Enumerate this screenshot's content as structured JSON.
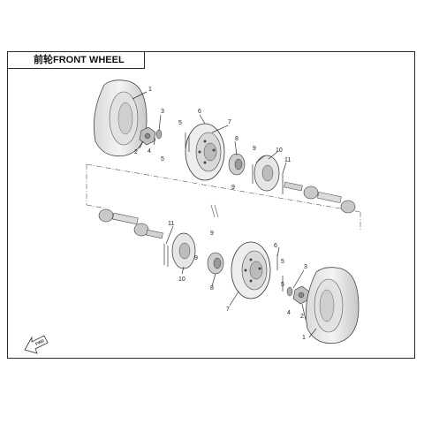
{
  "title": "前轮FRONT WHEEL",
  "direction_label": "FWD",
  "callouts": {
    "c1a": "1",
    "c1b": "1",
    "c2a": "2",
    "c2b": "2",
    "c3a": "3",
    "c3b": "3",
    "c4a": "4",
    "c4b": "4",
    "c5a": "5",
    "c5b": "5",
    "c5c": "5",
    "c5d": "5",
    "c6a": "6",
    "c6b": "6",
    "c7a": "7",
    "c7b": "7",
    "c8a": "8",
    "c8b": "8",
    "c9a": "9",
    "c9b": "9",
    "c9c": "9",
    "c9d": "9",
    "c10a": "10",
    "c10b": "10",
    "c11a": "11",
    "c11b": "11"
  }
}
